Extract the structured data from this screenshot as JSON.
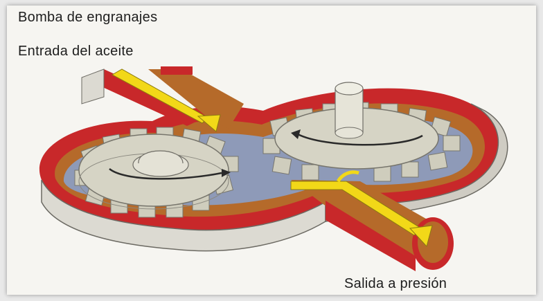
{
  "title": "Bomba de engranajes",
  "labels": {
    "inlet": "Entrada del aceite",
    "outlet": "Salida a presión"
  },
  "colors": {
    "housing_red": "#c8282a",
    "housing_wall": "#d9d7cf",
    "cavity_brown": "#b56a2a",
    "gear_body": "#cfcdbd",
    "gear_inner_blue": "#8e9ab8",
    "oil_arrow": "#f2d818",
    "background": "#f6f5f1"
  },
  "icons": {
    "inlet_arrow": "yellow-flow-arrow-in",
    "outlet_arrow": "yellow-flow-arrow-out",
    "left_rotation": "rotation-arrow-clockwise",
    "right_rotation": "rotation-arrow-counterclockwise"
  }
}
